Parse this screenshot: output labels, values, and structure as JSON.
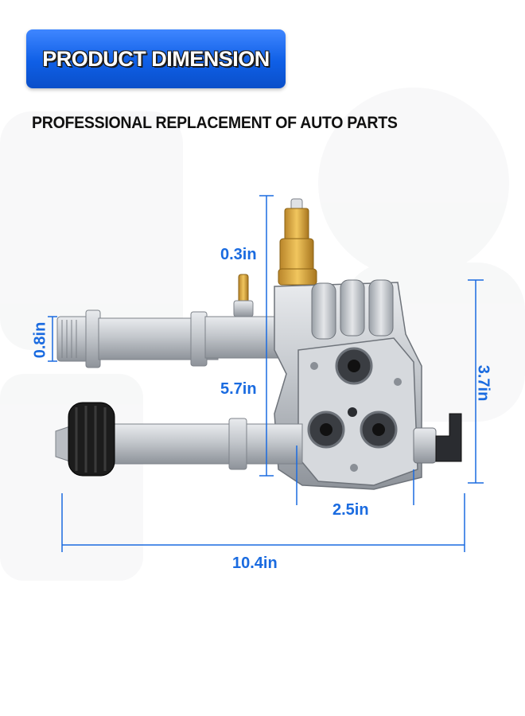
{
  "banner": {
    "title": "PRODUCT DIMENSION"
  },
  "subtitle": "PROFESSIONAL REPLACEMENT OF AUTO PARTS",
  "dimensions": {
    "height_nozzle": "0.3in",
    "inlet_diameter": "0.8in",
    "body_height": "5.7in",
    "side_height": "3.7in",
    "head_width": "2.5in",
    "total_length": "10.4in"
  },
  "colors": {
    "accent": "#1a6be0",
    "banner": "#0f5fe6",
    "metal": "#c9ccd1",
    "brass": "#d9a43a",
    "knob": "#1c1c1c"
  }
}
